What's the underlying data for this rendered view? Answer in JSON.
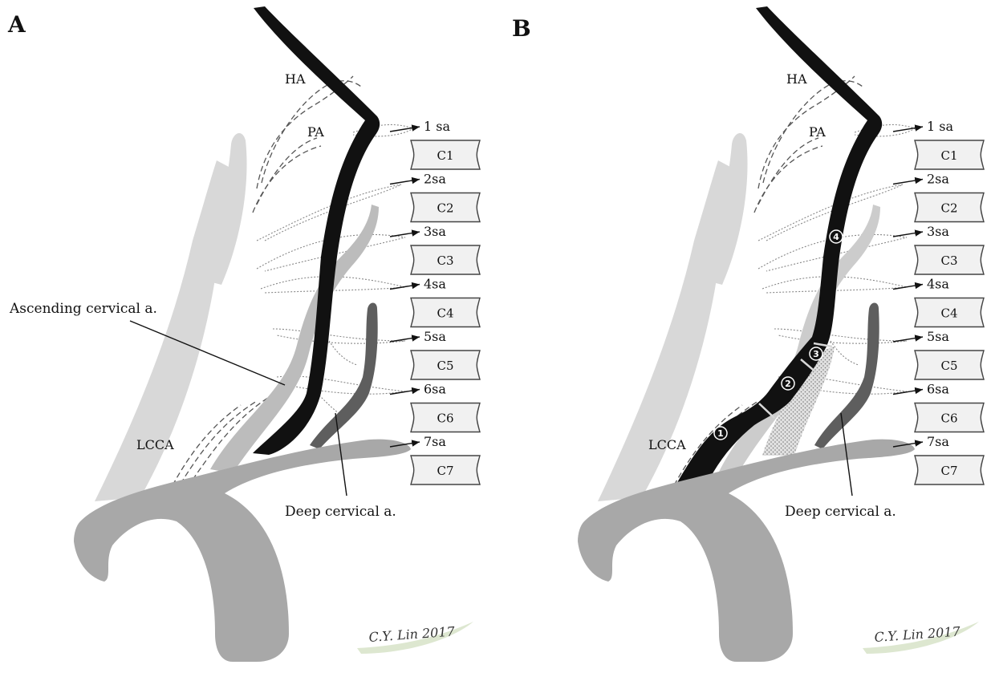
{
  "panels": [
    {
      "letter": "A",
      "labels": {
        "ha": "HA",
        "pa": "PA",
        "lcca": "LCCA",
        "ascending": "Ascending cervical a.",
        "deep": "Deep cervical a."
      },
      "segmental": [
        "1 sa",
        "2sa",
        "3sa",
        "4sa",
        "5sa",
        "6sa",
        "7sa"
      ],
      "vertebrae": [
        "C1",
        "C2",
        "C3",
        "C4",
        "C5",
        "C6",
        "C7"
      ],
      "signature": "C.Y. Lin 2017"
    },
    {
      "letter": "B",
      "labels": {
        "ha": "HA",
        "pa": "PA",
        "lcca": "LCCA",
        "deep": "Deep cervical a."
      },
      "segment_numbers": [
        "1",
        "2",
        "3",
        "4"
      ],
      "segmental": [
        "1 sa",
        "2sa",
        "3sa",
        "4sa",
        "5sa",
        "6sa",
        "7sa"
      ],
      "vertebrae": [
        "C1",
        "C2",
        "C3",
        "C4",
        "C5",
        "C6",
        "C7"
      ],
      "signature": "C.Y. Lin 2017"
    }
  ],
  "colors": {
    "vertebral": "#111111",
    "aorta": "#a8a8a8",
    "carotid": "#d8d8d8",
    "ascending": "#bcbcbc",
    "deep": "#5e5e5e"
  }
}
